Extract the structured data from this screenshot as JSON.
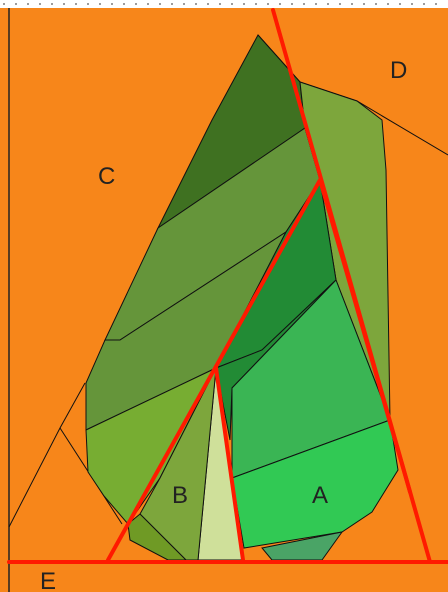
{
  "diagram": {
    "labels": {
      "a": "A",
      "b": "B",
      "c": "C",
      "d": "D",
      "e": "E"
    },
    "colors": {
      "background": "#f7861a",
      "paper_border": "#222222",
      "fold_line": "#ff1a00",
      "green_darkest": "#3f7121",
      "green_olive": "#65953a",
      "green_lime": "#77ad32",
      "green_light_olive": "#7da63c",
      "green_forest": "#228b35",
      "green_medium": "#3ab554",
      "green_bright": "#31c954",
      "green_pale": "#cfe09a",
      "green_teal": "#4aa466",
      "green_bottom": "#6f9a25"
    },
    "icons": [
      "tree-origami-diagram"
    ]
  }
}
